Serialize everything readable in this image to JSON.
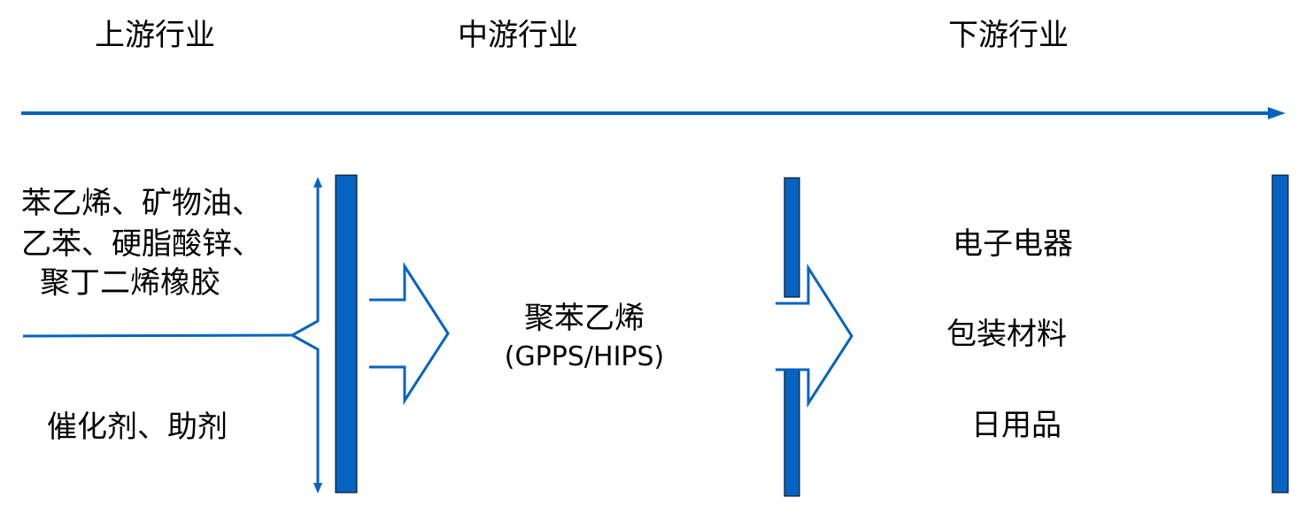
{
  "colors": {
    "accent": "#0563C1",
    "bar_fill": "#0563C1",
    "bar_border": "#000000",
    "text": "#000000"
  },
  "headers": {
    "upstream": "上游行业",
    "midstream": "中游行业",
    "downstream": "下游行业"
  },
  "upstream": {
    "raw_materials": [
      "苯乙烯、矿物油、",
      "乙苯、硬脂酸锌、",
      "聚丁二烯橡胶"
    ],
    "additives": "催化剂、助剂"
  },
  "midstream": {
    "product": "聚苯乙烯",
    "product_types": "(GPPS/HIPS)"
  },
  "downstream": {
    "applications": [
      "电子电器",
      "包装材料",
      "日用品"
    ]
  }
}
